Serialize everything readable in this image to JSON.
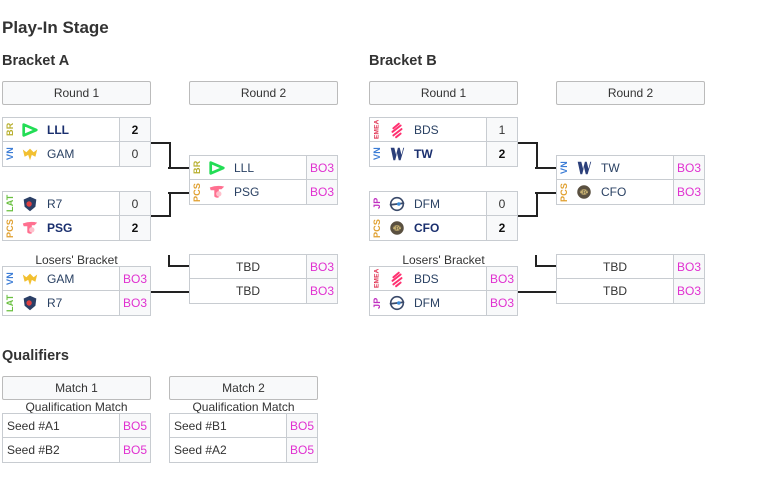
{
  "page_title": "Play-In Stage",
  "bracket_a": {
    "title": "Bracket A",
    "round1_label": "Round 1",
    "round2_label": "Round 2",
    "r1_match1": [
      {
        "region": "BR",
        "region_color": "#b8b030",
        "logo": "lll-logo",
        "team": "LLL",
        "score": "2",
        "winner": true
      },
      {
        "region": "VN",
        "region_color": "#3a7bd5",
        "logo": "gam-logo",
        "team": "GAM",
        "score": "0",
        "winner": false
      }
    ],
    "r1_match2": [
      {
        "region": "LAT",
        "region_color": "#6ac040",
        "logo": "r7-logo",
        "team": "R7",
        "score": "0",
        "winner": false
      },
      {
        "region": "PCS",
        "region_color": "#e0a030",
        "logo": "psg-logo",
        "team": "PSG",
        "score": "2",
        "winner": true
      }
    ],
    "r2_match": [
      {
        "region": "BR",
        "region_color": "#b8b030",
        "logo": "lll-logo",
        "team": "LLL",
        "format": "BO3"
      },
      {
        "region": "PCS",
        "region_color": "#e0a030",
        "logo": "psg-logo",
        "team": "PSG",
        "format": "BO3"
      }
    ],
    "losers_label": "Losers' Bracket",
    "losers_match": [
      {
        "region": "VN",
        "region_color": "#3a7bd5",
        "logo": "gam-logo",
        "team": "GAM",
        "format": "BO3"
      },
      {
        "region": "LAT",
        "region_color": "#6ac040",
        "logo": "r7-logo",
        "team": "R7",
        "format": "BO3"
      }
    ],
    "r2_decider": [
      {
        "team": "TBD",
        "format": "BO3"
      },
      {
        "team": "TBD",
        "format": "BO3"
      }
    ]
  },
  "bracket_b": {
    "title": "Bracket B",
    "round1_label": "Round 1",
    "round2_label": "Round 2",
    "r1_match1": [
      {
        "region": "EMEA",
        "region_color": "#e03050",
        "logo": "bds-logo",
        "team": "BDS",
        "score": "1",
        "winner": false
      },
      {
        "region": "VN",
        "region_color": "#3a7bd5",
        "logo": "tw-logo",
        "team": "TW",
        "score": "2",
        "winner": true
      }
    ],
    "r1_match2": [
      {
        "region": "JP",
        "region_color": "#c030c0",
        "logo": "dfm-logo",
        "team": "DFM",
        "score": "0",
        "winner": false
      },
      {
        "region": "PCS",
        "region_color": "#e0a030",
        "logo": "cfo-logo",
        "team": "CFO",
        "score": "2",
        "winner": true
      }
    ],
    "r2_match": [
      {
        "region": "VN",
        "region_color": "#3a7bd5",
        "logo": "tw-logo",
        "team": "TW",
        "format": "BO3"
      },
      {
        "region": "PCS",
        "region_color": "#e0a030",
        "logo": "cfo-logo",
        "team": "CFO",
        "format": "BO3"
      }
    ],
    "losers_label": "Losers' Bracket",
    "losers_match": [
      {
        "region": "EMEA",
        "region_color": "#e03050",
        "logo": "bds-logo",
        "team": "BDS",
        "format": "BO3"
      },
      {
        "region": "JP",
        "region_color": "#c030c0",
        "logo": "dfm-logo",
        "team": "DFM",
        "format": "BO3"
      }
    ],
    "r2_decider": [
      {
        "team": "TBD",
        "format": "BO3"
      },
      {
        "team": "TBD",
        "format": "BO3"
      }
    ]
  },
  "qualifiers": {
    "title": "Qualifiers",
    "matches": [
      {
        "label": "Match 1",
        "sublabel": "Qualification Match",
        "rows": [
          {
            "seed": "Seed #A1",
            "format": "BO5"
          },
          {
            "seed": "Seed #B2",
            "format": "BO5"
          }
        ]
      },
      {
        "label": "Match 2",
        "sublabel": "Qualification Match",
        "rows": [
          {
            "seed": "Seed #B1",
            "format": "BO5"
          },
          {
            "seed": "Seed #A2",
            "format": "BO5"
          }
        ]
      }
    ]
  },
  "colors": {
    "format_text": "#e030d0",
    "winner_text": "#1a2f6e",
    "connector": "#222222"
  }
}
